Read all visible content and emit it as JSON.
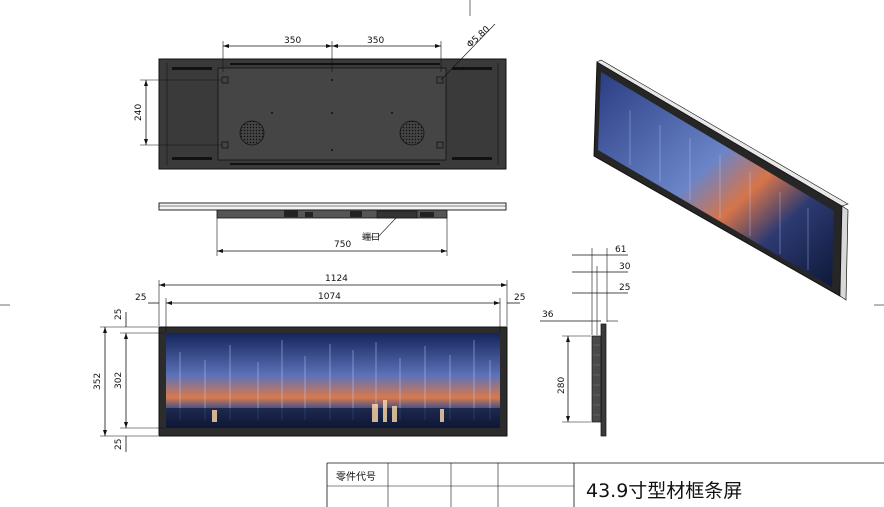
{
  "title_block": {
    "part_code_label": "零件代号",
    "product_name": "43.9寸型材框条屏"
  },
  "back_view": {
    "mount_spacing_left": "350",
    "mount_spacing_right": "350",
    "hole_diameter": "Φ5.80",
    "mount_height": "240"
  },
  "top_view": {
    "width": "750",
    "port_label": "端口"
  },
  "front_view": {
    "overall_width": "1124",
    "display_width": "1074",
    "bezel_left": "25",
    "bezel_right": "25",
    "bezel_top": "25",
    "bezel_bottom": "25",
    "overall_height": "352",
    "display_height": "302"
  },
  "side_view": {
    "total_depth": "61",
    "mid_depth": "30",
    "bezel_depth": "25",
    "bracket_offset": "36",
    "bracket_height": "280"
  },
  "colors": {
    "line": "#111111",
    "housing": "#3a3a3a",
    "screen_top": "#1a2e6e",
    "screen_mid": "#6a7fc0",
    "screen_glow": "#e07a4a",
    "screen_bottom": "#0d1530"
  }
}
